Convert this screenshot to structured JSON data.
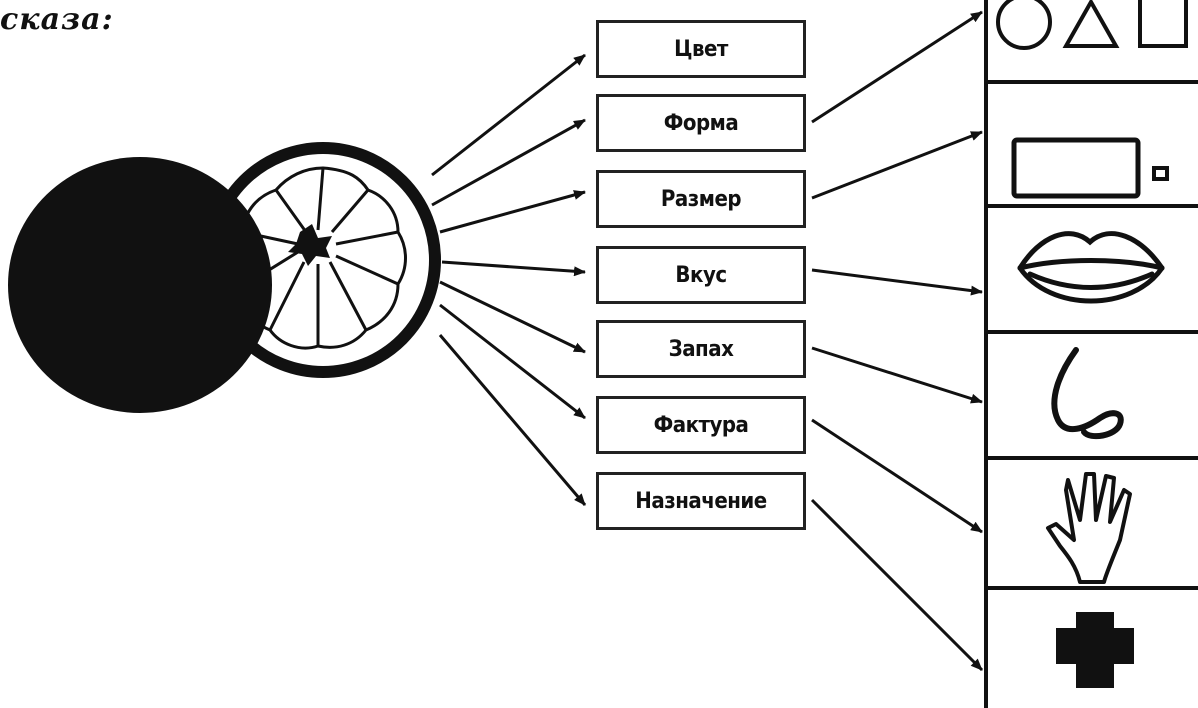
{
  "heading": "сказа:",
  "properties": [
    "Цвет",
    "Форма",
    "Размер",
    "Вкус",
    "Запах",
    "Фактура",
    "Назначение"
  ],
  "senses": [
    {
      "icon": "shapes-icon"
    },
    {
      "icon": "size-icon"
    },
    {
      "icon": "lips-icon"
    },
    {
      "icon": "nose-icon"
    },
    {
      "icon": "hand-icon"
    },
    {
      "icon": "cross-icon"
    }
  ]
}
